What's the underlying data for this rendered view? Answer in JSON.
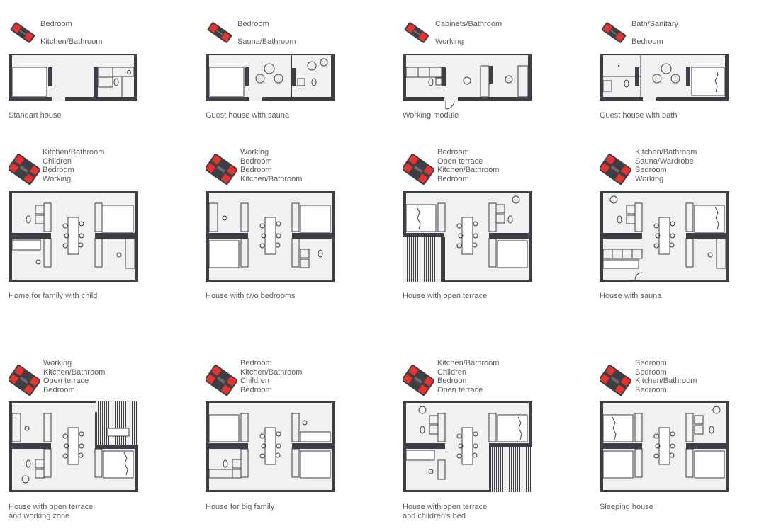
{
  "colors": {
    "accent": "#e8332e",
    "wall": "#3d3f44",
    "floor": "#f1f1f1",
    "text": "#5a5e64"
  },
  "icon": "module-configuration-icon",
  "layouts": [
    {
      "caption": [
        "Standart house"
      ],
      "rooms": [
        "Bedroom",
        "Kitchen/Bathroom"
      ],
      "size": "small",
      "plan": "standard"
    },
    {
      "caption": [
        "Guest house with sauna"
      ],
      "rooms": [
        "Bedroom",
        "Sauna/Bathroom"
      ],
      "size": "small",
      "plan": "sauna-guest"
    },
    {
      "caption": [
        "Working module"
      ],
      "rooms": [
        "Cabinets/Bathroom",
        "Working"
      ],
      "size": "small",
      "plan": "working"
    },
    {
      "caption": [
        "Guest house with bath"
      ],
      "rooms": [
        "Bath/Sanitary",
        "Bedroom"
      ],
      "size": "small",
      "plan": "bath-guest"
    },
    {
      "caption": [
        "Home for family with child"
      ],
      "rooms": [
        "Kitchen/Bathroom",
        "Children",
        "Bedroom",
        "Working"
      ],
      "size": "large",
      "plan": "family-child"
    },
    {
      "caption": [
        "House with two bedrooms"
      ],
      "rooms": [
        "Working",
        "Bedroom",
        "Bedroom",
        "Kitchen/Bathroom"
      ],
      "size": "large",
      "plan": "two-bedrooms"
    },
    {
      "caption": [
        "House with open terrace"
      ],
      "rooms": [
        "Bedroom",
        "Open terrace",
        "Kitchen/Bathroom",
        "Bedroom"
      ],
      "size": "large",
      "plan": "open-terrace"
    },
    {
      "caption": [
        "House with sauna"
      ],
      "rooms": [
        "Kitchen/Bathroom",
        "Sauna/Wardrobe",
        "Bedroom",
        "Working"
      ],
      "size": "large",
      "plan": "sauna"
    },
    {
      "caption": [
        "House with open terrace",
        "and working zone"
      ],
      "rooms": [
        "Working",
        "Kitchen/Bathroom",
        "Open terrace",
        "Bedroom"
      ],
      "size": "large",
      "plan": "terrace-working"
    },
    {
      "caption": [
        "House for big family"
      ],
      "rooms": [
        "Bedroom",
        "Kitchen/Bathroom",
        "Children",
        "Bedroom"
      ],
      "size": "large",
      "plan": "big-family"
    },
    {
      "caption": [
        "House with open terrace",
        "and children's bed"
      ],
      "rooms": [
        "Kitchen/Bathroom",
        "Children",
        "Bedroom",
        "Open terrace"
      ],
      "size": "large",
      "plan": "terrace-children"
    },
    {
      "caption": [
        "Sleeping house"
      ],
      "rooms": [
        "Bedroom",
        "Bedroom",
        "Kitchen/Bathroom",
        "Bedroom"
      ],
      "size": "large",
      "plan": "sleeping"
    }
  ]
}
